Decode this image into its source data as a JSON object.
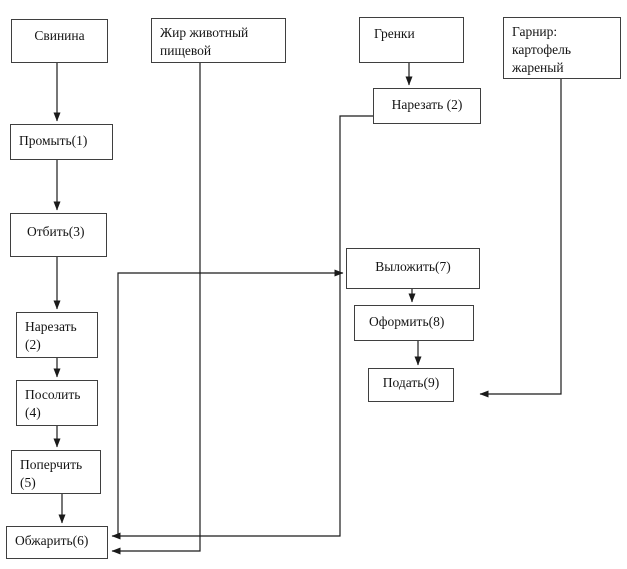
{
  "diagram": {
    "type": "flowchart",
    "language": "ru",
    "colors": {
      "background": "#ffffff",
      "box_border": "#3f3f3f",
      "box_fill": "#ffffff",
      "line": "#1a1a1a",
      "text": "#141414"
    },
    "nodes": {
      "svinina": {
        "label": "Свинина"
      },
      "zhir": {
        "label": "Жир животный пищевой"
      },
      "grenki": {
        "label": "Гренки"
      },
      "garnir": {
        "label": "Гарнир: картофель жареный"
      },
      "promyt": {
        "label": "Промыть(1)"
      },
      "otbit": {
        "label": "Отбить(3)"
      },
      "narezat_svinina": {
        "label": "Нарезать (2)"
      },
      "posolit": {
        "label": "Посолить (4)"
      },
      "poperchit": {
        "label": "Поперчить (5)"
      },
      "obzharit": {
        "label": "Обжарить(6)"
      },
      "narezat_grenki": {
        "label": "Нарезать (2)"
      },
      "vylozhit": {
        "label": "Выложить(7)"
      },
      "oformit": {
        "label": "Оформить(8)"
      },
      "podat": {
        "label": "Подать(9)"
      }
    },
    "edges": [
      {
        "from": "Свинина",
        "to": "Промыть(1)"
      },
      {
        "from": "Промыть(1)",
        "to": "Отбить(3)"
      },
      {
        "from": "Отбить(3)",
        "to": "Нарезать (2)"
      },
      {
        "from": "Нарезать (2)",
        "to": "Посолить (4)"
      },
      {
        "from": "Посолить (4)",
        "to": "Поперчить (5)"
      },
      {
        "from": "Поперчить (5)",
        "to": "Обжарить(6)"
      },
      {
        "from": "Жир животный пищевой",
        "to": "Обжарить(6)"
      },
      {
        "from": "Гренки",
        "to": "Нарезать (2) [гренки]"
      },
      {
        "from": "Нарезать (2) [гренки]",
        "to": "Обжарить(6)"
      },
      {
        "from": "Обжарить(6)",
        "to": "Выложить(7)"
      },
      {
        "from": "Выложить(7)",
        "to": "Оформить(8)"
      },
      {
        "from": "Оформить(8)",
        "to": "Подать(9)"
      },
      {
        "from": "Гарнир: картофель жареный",
        "to": "Подать(9)"
      }
    ]
  }
}
